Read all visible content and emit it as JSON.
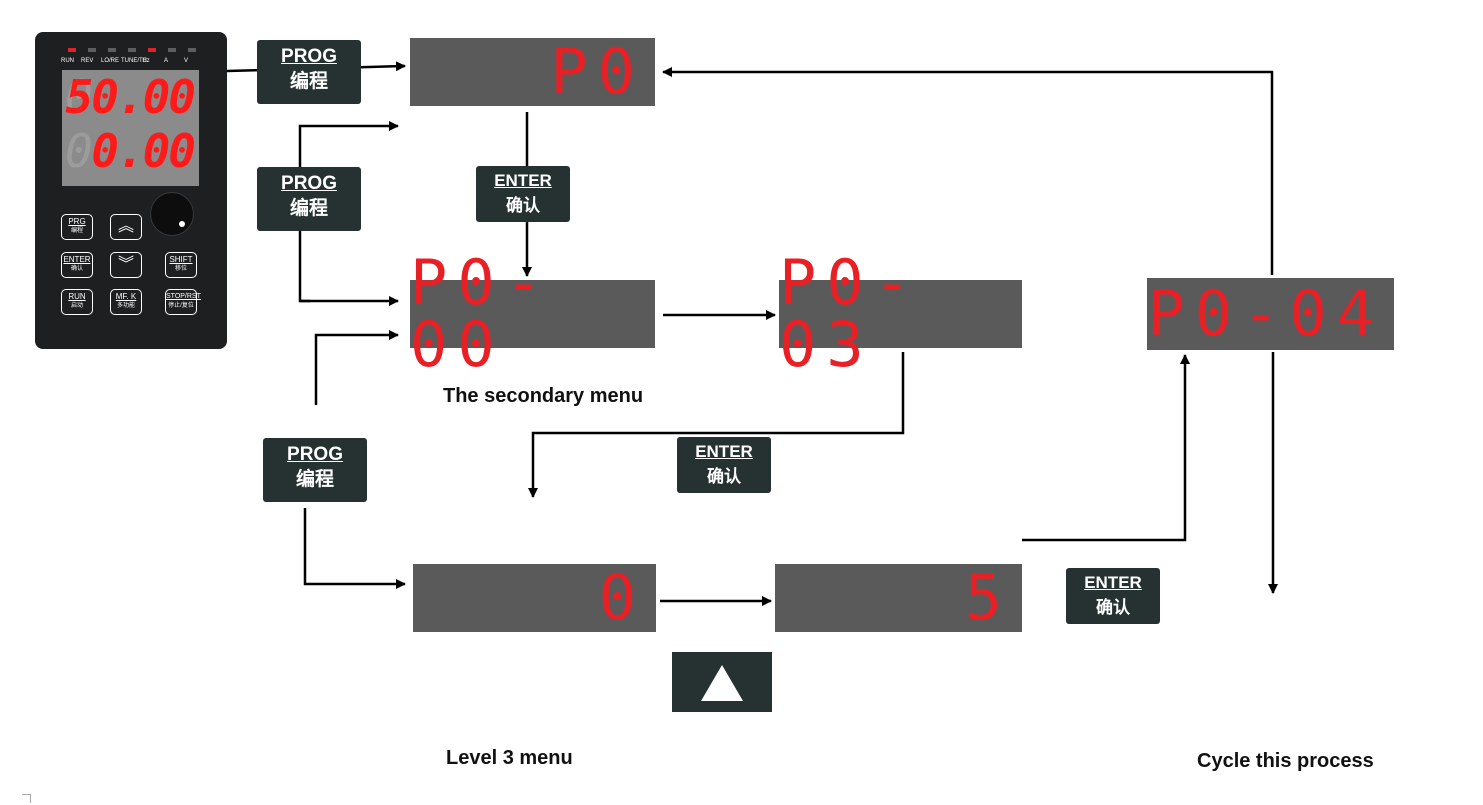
{
  "panel": {
    "leds": [
      {
        "label": "RUN",
        "on": true
      },
      {
        "label": "REV",
        "on": false
      },
      {
        "label": "LO/RE",
        "on": false
      },
      {
        "label": "TUNE/TC",
        "on": false
      },
      {
        "label": "Hz",
        "on": true
      },
      {
        "label": "A",
        "on": false
      },
      {
        "label": "V",
        "on": false
      }
    ],
    "display_line1": "50.00",
    "display_line2": "0.00",
    "keys": [
      {
        "top": "PRG",
        "bottom": "编程"
      },
      {
        "top": "ENTER",
        "bottom": "确认"
      },
      {
        "top": "SHIFT",
        "bottom": "移位"
      },
      {
        "top": "RUN",
        "bottom": "启动"
      },
      {
        "top": "MF. K",
        "bottom": "多功能"
      },
      {
        "top": "STOP/RST",
        "bottom": "停止/复位"
      }
    ]
  },
  "displays": {
    "p0": "P0",
    "p0_00": "P0-00",
    "p0_03": "P0-03",
    "p0_04": "P0-04",
    "val_0": "0",
    "val_5": "5"
  },
  "tags": {
    "prog": {
      "top": "PROG",
      "bottom": "编程"
    },
    "enter": {
      "top": "ENTER",
      "bottom": "确认"
    }
  },
  "labels": {
    "secondary_menu": "The secondary menu",
    "level3_menu": "Level 3 menu",
    "cycle": "Cycle this process"
  },
  "colors": {
    "segment_red": "#e82026",
    "display_bg": "#5a5a5a",
    "tag_bg": "#253231"
  }
}
